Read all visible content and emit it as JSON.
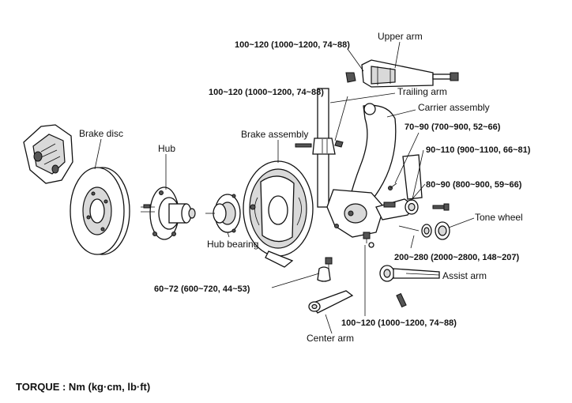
{
  "labels": {
    "upper_arm": "Upper arm",
    "trailing_arm": "Trailing arm",
    "carrier_assembly": "Carrier assembly",
    "brake_disc": "Brake disc",
    "hub": "Hub",
    "brake_assembly": "Brake assembly",
    "tone_wheel": "Tone wheel",
    "hub_bearing": "Hub bearing",
    "assist_arm": "Assist arm",
    "center_arm": "Center arm"
  },
  "torques": {
    "upper_arm_bolt": "100~120  (1000~1200,  74~88)",
    "trailing_arm_bolt": "100~120  (1000~1200,  74~88)",
    "carrier_bolt_1": "70~90  (700~900,  52~66)",
    "carrier_bolt_2": "90~110  (900~1100,  66~81)",
    "carrier_bolt_3": "80~90  (800~900,  59~66)",
    "assist_arm_bolt": "200~280  (2000~2800,  148~207)",
    "hub_bearing_nut": "60~72  (600~720,  44~53)",
    "center_arm_bolt": "100~120  (1000~1200,  74~88)"
  },
  "legend": "TORQUE  :  Nm  (kg·cm,  lb·ft)"
}
